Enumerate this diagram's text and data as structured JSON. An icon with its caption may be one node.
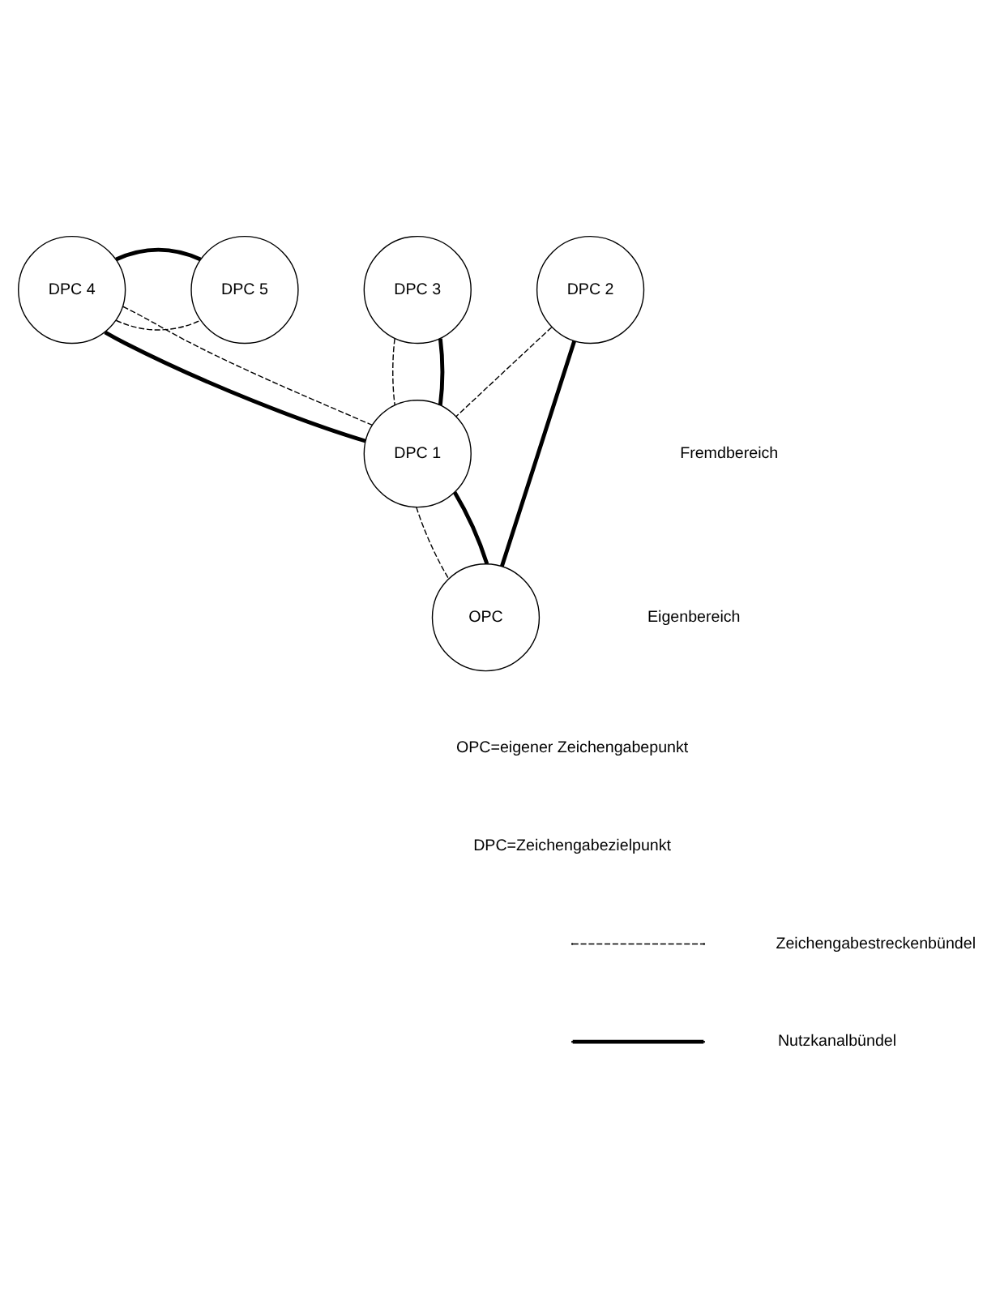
{
  "diagram": {
    "nodes": [
      {
        "text": [
          "DPC 4"
        ]
      },
      {
        "text": [
          "DPC 5"
        ]
      },
      {
        "text": [
          "DPC 3"
        ]
      },
      {
        "text": [
          "DPC 2"
        ]
      },
      {
        "text": [
          "DPC 1"
        ]
      },
      {
        "text": [
          "OPC"
        ]
      }
    ],
    "edges": [
      {
        "from": 0,
        "to": 1,
        "arrow": "none",
        "style": "dashed"
      },
      {
        "from": 0,
        "to": 1,
        "arrow": "none",
        "style": "thick"
      },
      {
        "from": 0,
        "to": 4,
        "arrow": "none",
        "style": "thick"
      },
      {
        "from": 0,
        "to": 4,
        "arrow": "none",
        "style": "dashed"
      },
      {
        "from": 2,
        "to": 4,
        "arrow": "none",
        "style": "dashed"
      },
      {
        "from": 2,
        "to": 4,
        "arrow": "none",
        "style": "thick"
      },
      {
        "from": 3,
        "to": 4,
        "arrow": "none",
        "style": "dashed"
      },
      {
        "from": 3,
        "to": 5,
        "arrow": "none",
        "style": "thick"
      },
      {
        "from": 4,
        "to": 5,
        "arrow": "none",
        "style": "dashed"
      },
      {
        "from": 4,
        "to": 5,
        "arrow": "none",
        "style": "thick"
      }
    ],
    "labels": [
      "Fremdbereich",
      "Eigenbereich",
      "OPC=eigener Zeichengabepunkt",
      "DPC=Zeichengabezielpunkt"
    ],
    "legend": [
      {
        "text": "Zeichengabestreckenbündel"
      },
      {
        "text": "Nutzkanalbündel"
      }
    ]
  }
}
